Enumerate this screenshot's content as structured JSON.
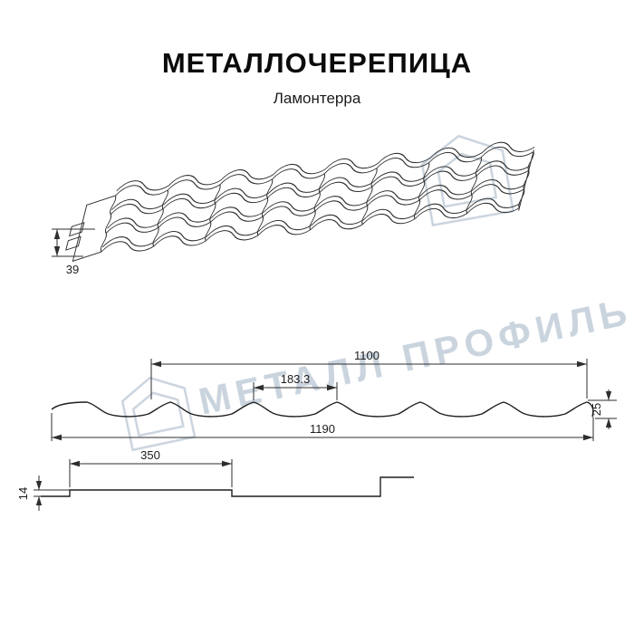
{
  "header": {
    "title": "МЕТАЛЛОЧЕРЕПИЦА",
    "subtitle": "Ламонтерра"
  },
  "watermark": {
    "text": "МЕТАЛЛ ПРОФИЛЬ",
    "color": "#c5d0db"
  },
  "drawings": {
    "perspective": {
      "step_height": "39"
    },
    "cross_section": {
      "cover_width": "1100",
      "wave_pitch": "183.3",
      "profile_height": "25",
      "overall_width": "1190"
    },
    "longitudinal": {
      "module_length": "350",
      "step_height": "14"
    }
  },
  "colors": {
    "line": "#2e2e2e",
    "text": "#1d1d1d"
  }
}
